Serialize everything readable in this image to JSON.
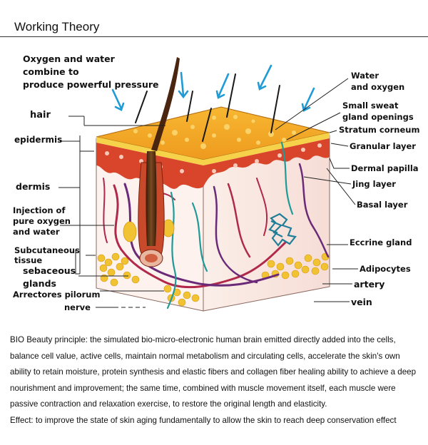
{
  "header": {
    "title": "Working Theory"
  },
  "diagram": {
    "labels": {
      "oxygen_water_1": "Oxygen and water",
      "oxygen_water_2": "combine to",
      "oxygen_water_3": "produce powerful pressure",
      "hair": "hair",
      "epidermis": "epidermis",
      "dermis": "dermis",
      "injection_1": "Injection of",
      "injection_2": "pure oxygen",
      "injection_3": "and water",
      "subcutaneous_1": "Subcutaneous",
      "subcutaneous_2": "tissue",
      "sebaceous_1": "sebaceous",
      "sebaceous_2": "glands",
      "arrectores_1": "Arrectores pilorum",
      "arrectores_2": "nerve",
      "water_1": "Water",
      "water_2": "and oxygen",
      "sweat_1": "Small sweat",
      "sweat_2": "gland openings",
      "stratum_corneum": "Stratum corneum",
      "granular_layer": "Granular layer",
      "dermal_papilla": "Dermal papilla",
      "jing_layer": "Jing layer",
      "basal_layer": "Basal layer",
      "eccrine_gland": "Eccrine gland",
      "adipocytes": "Adipocytes",
      "artery": "artery",
      "vein": "vein"
    },
    "colors": {
      "epidermis_top": "#f2a826",
      "dermis_red": "#d8452a",
      "arrow_blue": "#1f9bd6",
      "hair_brown": "#4a2610",
      "fat_yellow": "#f1c232",
      "vessel_red": "#b0284a",
      "vessel_purple": "#6a2a78",
      "nerve_teal": "#1f9a98"
    }
  },
  "body": {
    "paragraph": "BIO Beauty principle: the simulated bio-micro-electronic human brain emitted directly added into the cells, balance cell value, active cells, maintain normal metabolism and circulating cells, accelerate the skin's own ability to retain moisture, protein synthesis and elastic fibers and collagen fiber healing ability to achieve a deep nourishment and improvement; the same time, combined with muscle movement itself, each muscle were passive contraction and relaxation exercise, to restore the original length and elasticity.",
    "effect": "Effect: to improve the state of skin aging fundamentally to allow the skin to reach deep conservation effect"
  }
}
